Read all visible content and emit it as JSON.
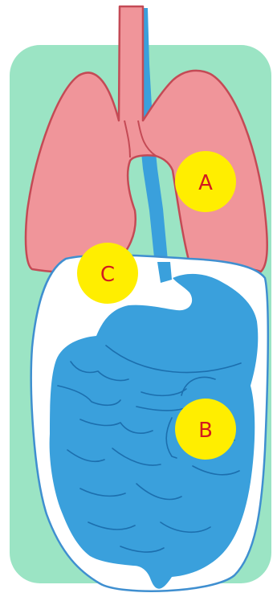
{
  "markers": {
    "a": {
      "label": "A"
    },
    "b": {
      "label": "B"
    },
    "c": {
      "label": "C"
    }
  },
  "colors": {
    "background_panel": "#9be4c4",
    "lungs": "#f0959a",
    "lung_outline": "#c44a55",
    "digestive_organs": "#3aa0dc",
    "digestive_outline": "#1c6fae",
    "abdomen_cavity": "#ffffff",
    "cavity_outline": "#3f8fd0",
    "esophagus": "#3aa0dc",
    "marker_fill": "#ffee00",
    "marker_text": "#d21a1f"
  }
}
